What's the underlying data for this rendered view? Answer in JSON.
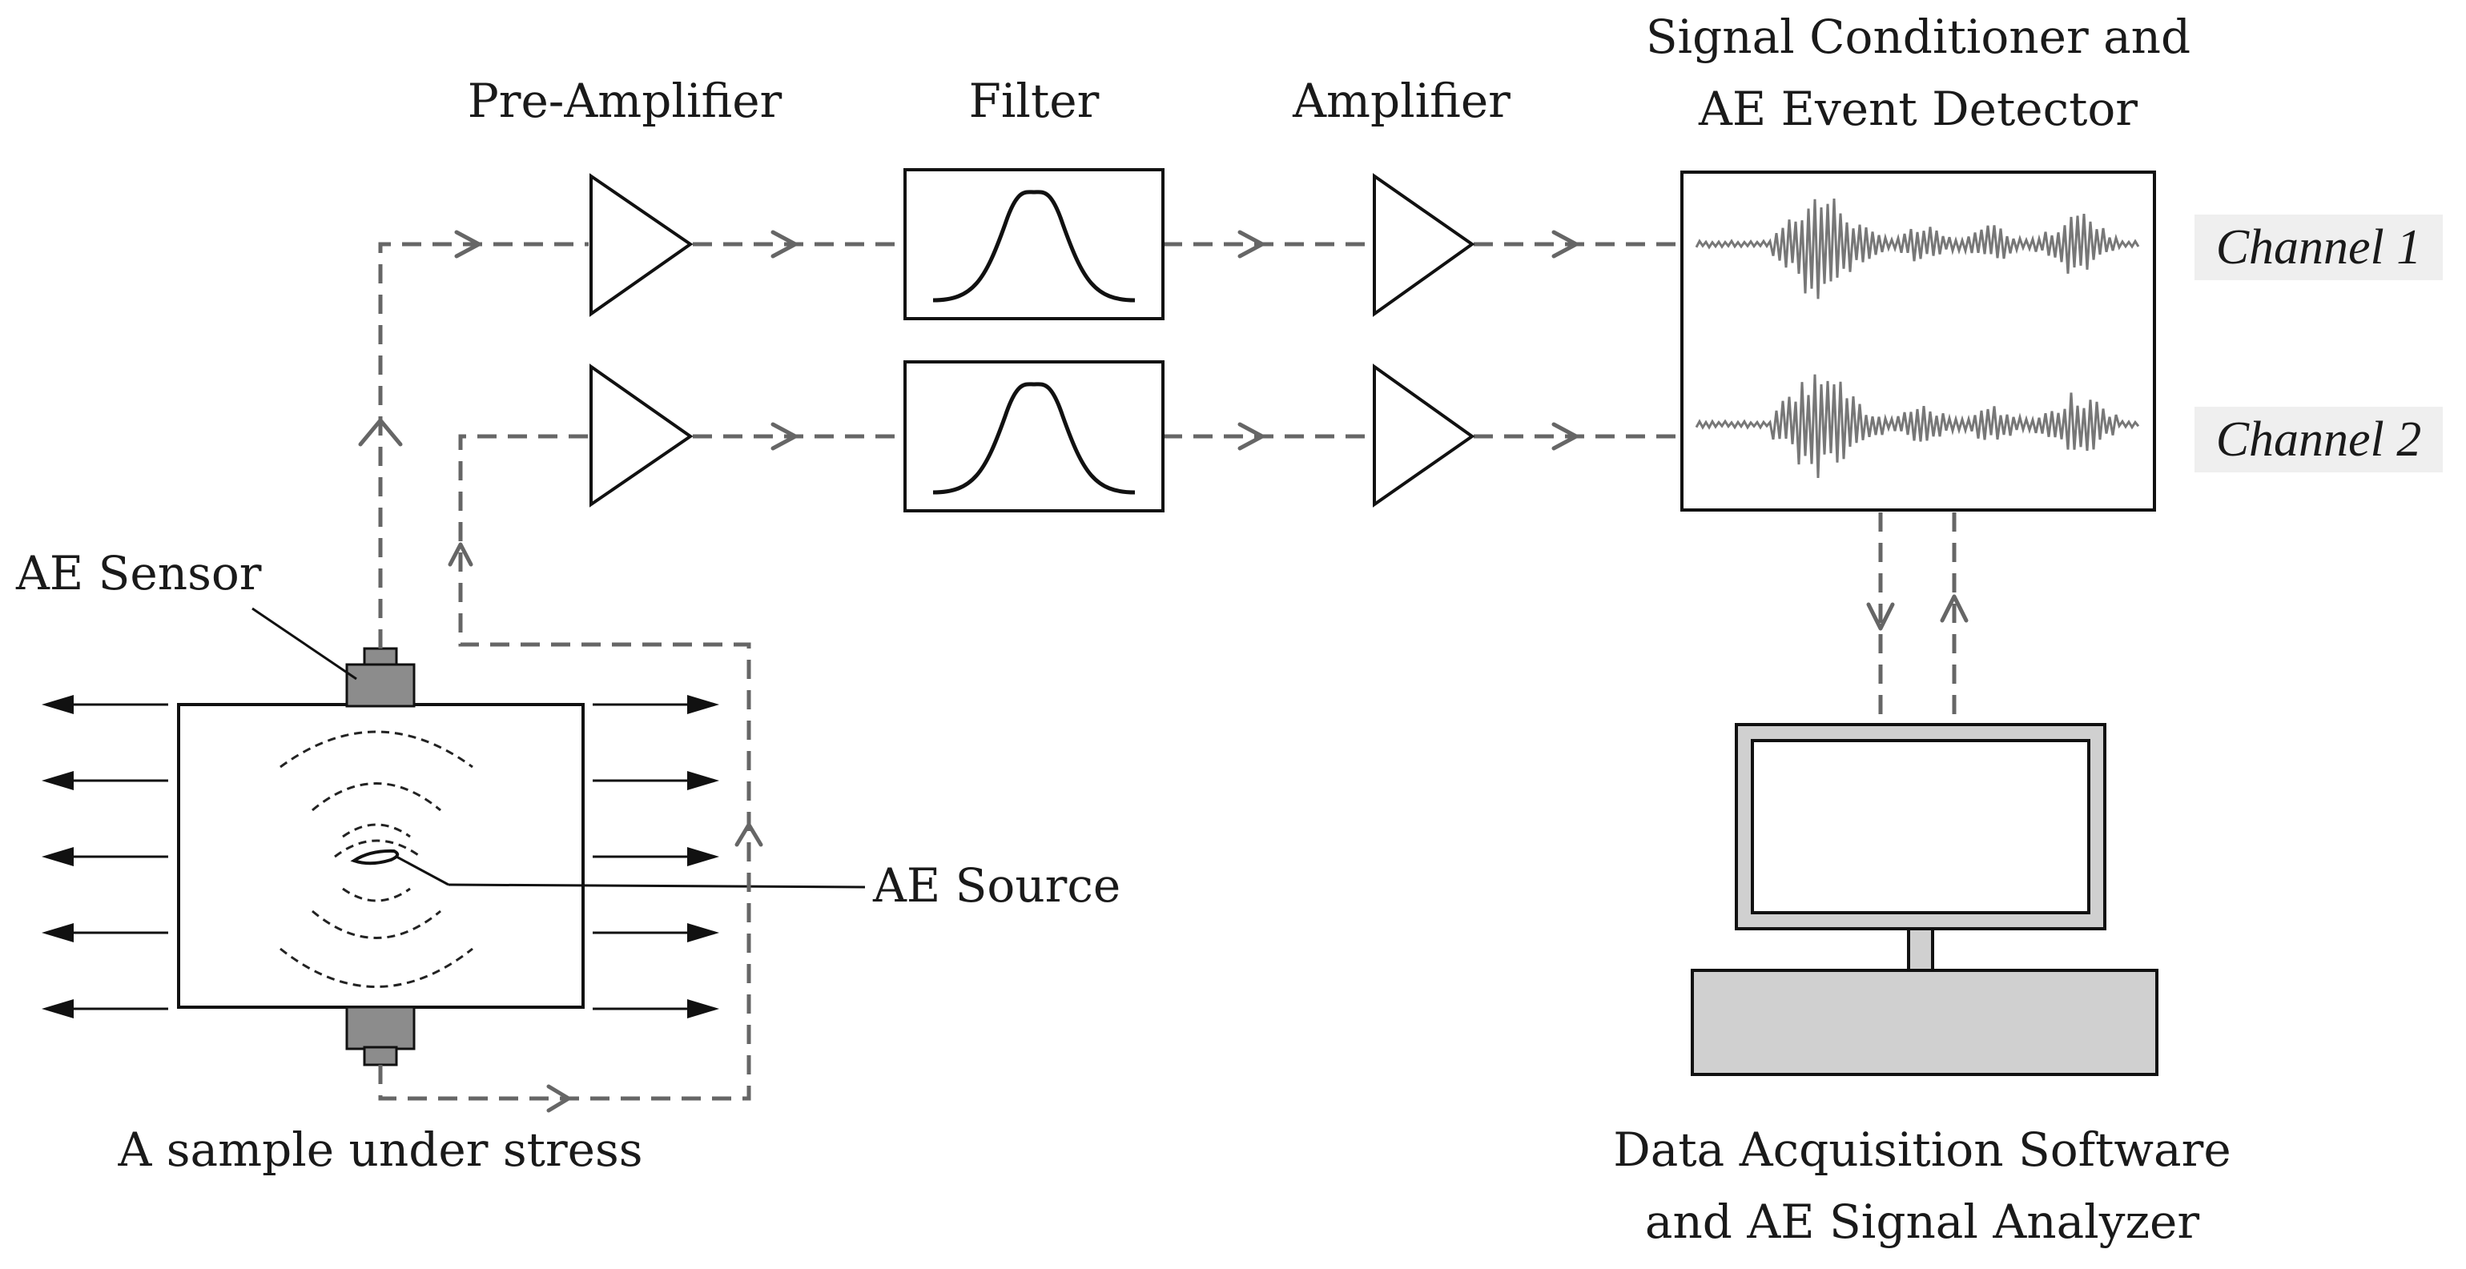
{
  "labels": {
    "pre_amplifier": "Pre-Amplifier",
    "filter": "Filter",
    "amplifier": "Amplifier",
    "conditioner_line1": "Signal Conditioner and",
    "conditioner_line2": "AE Event Detector",
    "channel1": "Channel 1",
    "channel2": "Channel 2",
    "ae_sensor": "AE Sensor",
    "ae_source": "AE Source",
    "sample": "A sample under stress",
    "daq_line1": "Data Acquisition Software",
    "daq_line2": "and AE Signal Analyzer"
  },
  "colors": {
    "signal_path": "#666666",
    "sensor": "#8c8c8c",
    "computer": "#d0d0d0",
    "channel_label_bg": "#efefef"
  }
}
